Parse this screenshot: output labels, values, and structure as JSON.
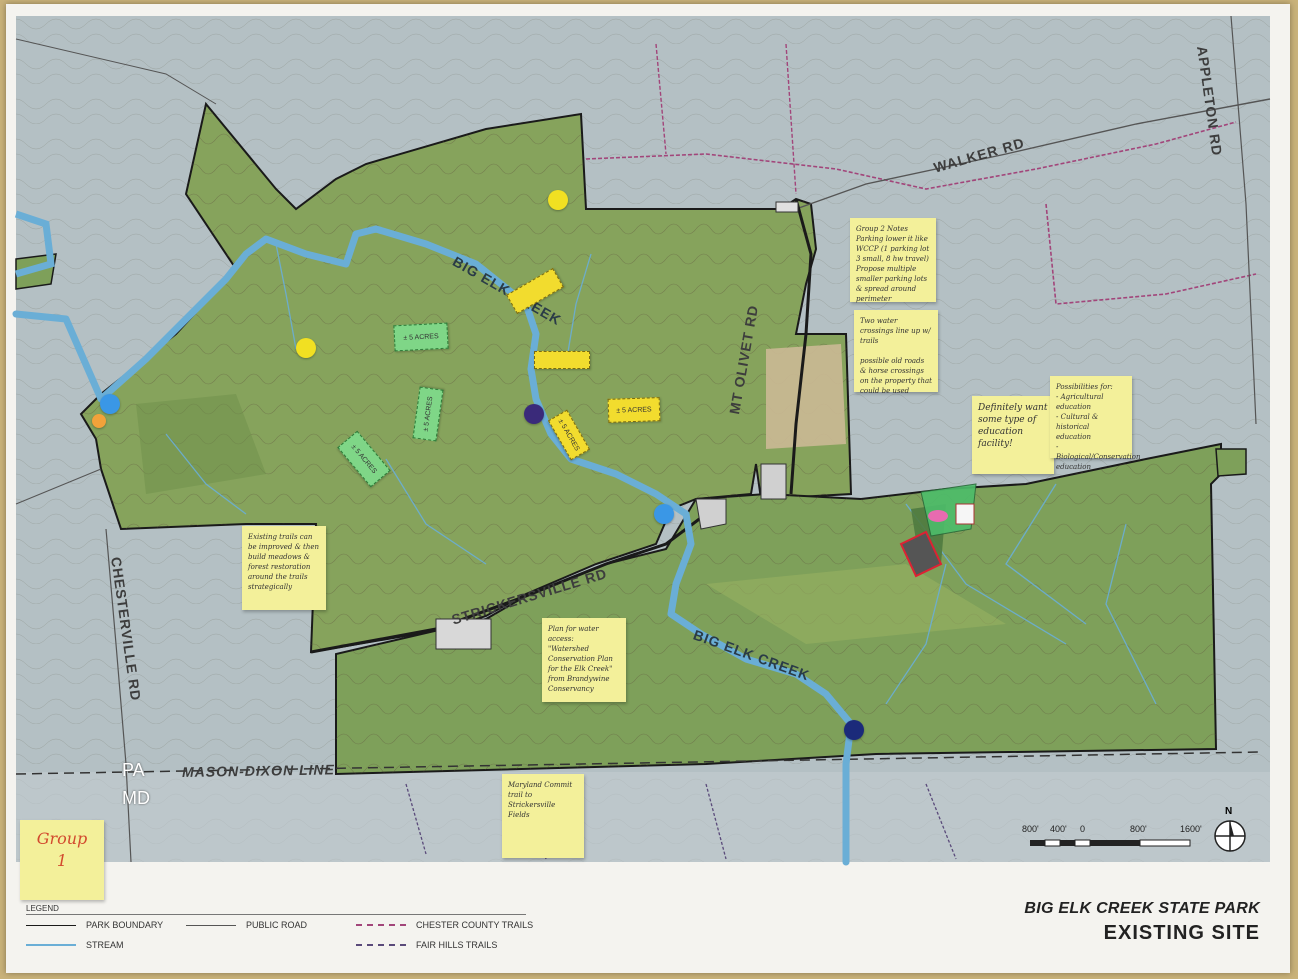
{
  "map": {
    "roads": {
      "walker": "WALKER RD",
      "appleton": "APPLETON RD",
      "mt_olivet": "MT OLIVET RD",
      "strickersville": "STRICKERSVILLE RD",
      "chesterville": "CHESTERVILLE RD",
      "mason_dixon": "MASON-DIXON LINE"
    },
    "creek_labels": {
      "upper": "BIG ELK CREEK",
      "lower": "BIG ELK CREEK"
    },
    "states": {
      "pa": "PA",
      "md": "MD"
    },
    "colors": {
      "boundary": "#1a1a1a",
      "stream": "#6aaed6",
      "park_fill": "#7c9a56",
      "outside_fill": "#aab8c0",
      "dot_yellow": "#f1e022",
      "dot_blue": "#3a97e6",
      "dot_navy": "#1b2a7a"
    }
  },
  "acre_stickies": [
    {
      "text": "± 5 ACRES",
      "color": "green"
    },
    {
      "text": "± 5 ACRES",
      "color": "green"
    },
    {
      "text": "± 5 ACRES",
      "color": "green"
    },
    {
      "text": "± 5 ACRES",
      "color": "yellow"
    },
    {
      "text": "± 5 ACRES",
      "color": "yellow"
    }
  ],
  "notes": {
    "group2": "Group 2 Notes\nParking lower it like WCCP (1 parking lot 3 small, 8 hw travel)\nPropose multiple smaller parking lots & spread around perimeter",
    "water_crossings": "Two water crossings line up w/ trails\n\npossible old roads & horse crossings on the property that could be used",
    "education": "Definitely want some type of education facility!",
    "possibilities": "Possibilities for:\n- Agricultural education\n- Cultural & historical education\n- Biological/Conservation education",
    "existing_trails": "Existing trails can be improved & then build meadows & forest restoration around the trails strategically",
    "water_access": "Plan for water access:\n\"Watershed Conservation Plan for the Elk Creek\" from Brandywine Conservancy",
    "maryland": "Maryland Commit trail to Strickersville Fields",
    "group1": "Group\n1"
  },
  "legend": {
    "title": "LEGEND",
    "items": [
      {
        "label": "PARK BOUNDARY"
      },
      {
        "label": "STREAM"
      },
      {
        "label": "PUBLIC ROAD"
      },
      {
        "label": "CHESTER COUNTY TRAILS"
      },
      {
        "label": "FAIR HILLS TRAILS"
      }
    ]
  },
  "title": {
    "line1": "BIG ELK CREEK STATE PARK",
    "line2": "EXISTING SITE"
  },
  "scale": {
    "north": "N",
    "labels": [
      "800'",
      "400'",
      "0",
      "800'",
      "1600'"
    ]
  }
}
